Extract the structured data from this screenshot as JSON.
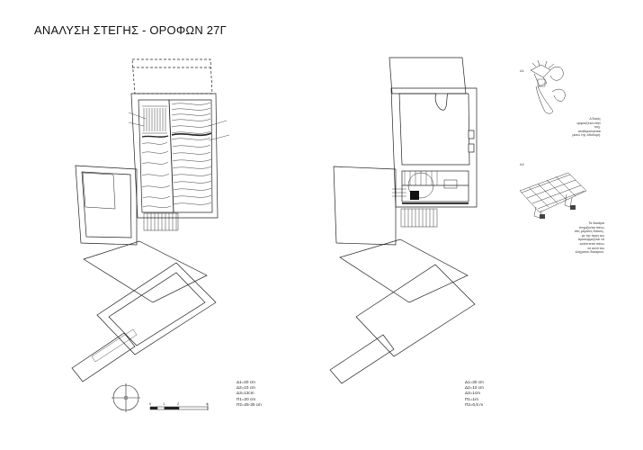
{
  "sheet": {
    "title": "ΑΝΑΛΥΣΗ ΣΤΕΓΗΣ - ΟΡΟΦΩΝ 27Γ"
  },
  "scale_bar": {
    "labels": [
      "0",
      "1",
      "2",
      "4"
    ]
  },
  "legend_left": [
    "Δ1=20 cm",
    "Δ2=10 cm",
    "Δ3=12cm",
    "Π1=20 cm",
    "Π2=25-30 cm"
  ],
  "legend_right": [
    "Δ1=30 cm",
    "Δ2=10 cm",
    "Δ3=1cm",
    "Π1=1m",
    "Π2=0,5 m"
  ],
  "details": [
    {
      "id": "A1",
      "caption": [
        "Α δοκός",
        "εμφανίζεται στην",
        "τοιχ.",
        "σταθεροποιείται",
        "μεσω της λιθοδομή."
      ]
    },
    {
      "id": "A2",
      "caption": [
        "Τα δοκάρια",
        "στηρίζονται πάνω",
        "στις μεγάλες δοκούς,",
        "με την άκρη του",
        "προσαρμόζεται να",
        "καλύπτεται πάνω",
        "σε αυτά του",
        "ελάχιστου δοκαριού."
      ]
    }
  ]
}
